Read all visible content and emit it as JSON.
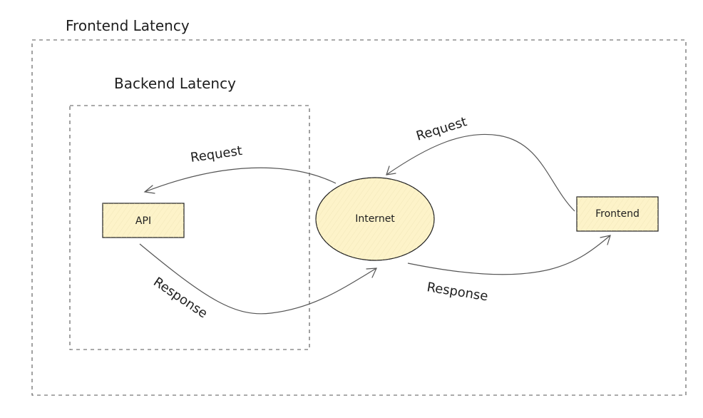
{
  "frames": {
    "frontend_title": "Frontend Latency",
    "backend_title": "Backend Latency"
  },
  "nodes": {
    "api": "API",
    "internet": "Internet",
    "frontend": "Frontend"
  },
  "edges": {
    "request_to_api": "Request",
    "response_from_api": "Response",
    "request_from_frontend": "Request",
    "response_to_frontend": "Response"
  },
  "colors": {
    "node_fill": "#fdf3c9",
    "stroke": "#1e1e1e",
    "dashed_frame": "#555555",
    "background": "#ffffff"
  }
}
